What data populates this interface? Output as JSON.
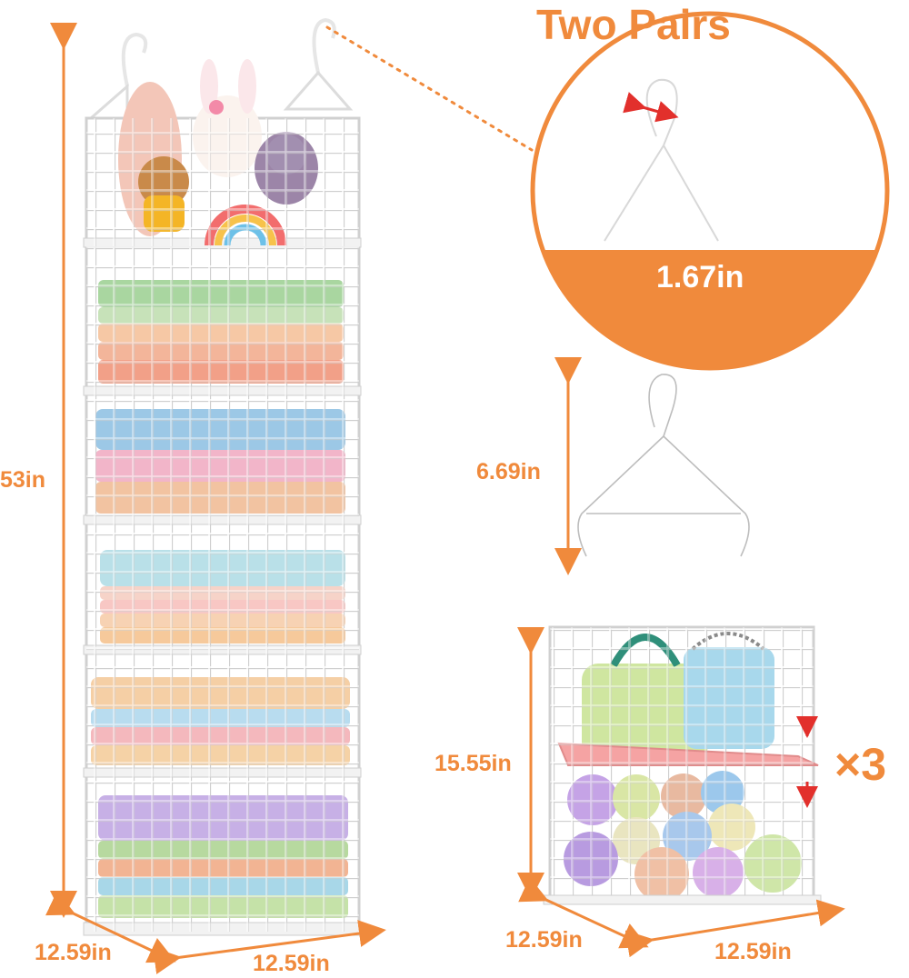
{
  "title": "Two Pairs",
  "hook_detail": {
    "size": "1.67in"
  },
  "hanger": {
    "height": "6.69in"
  },
  "tower": {
    "height": "53in",
    "depth": "12.59in",
    "width": "12.59in"
  },
  "cube": {
    "height": "15.55in",
    "depth": "12.59in",
    "width": "12.59in",
    "quantity": "×3"
  },
  "colors": {
    "accent": "#f08a3c",
    "wire": "#ffffff",
    "wire_shadow": "#c9c9c9",
    "shelf_pink": "#f5a3a3"
  }
}
